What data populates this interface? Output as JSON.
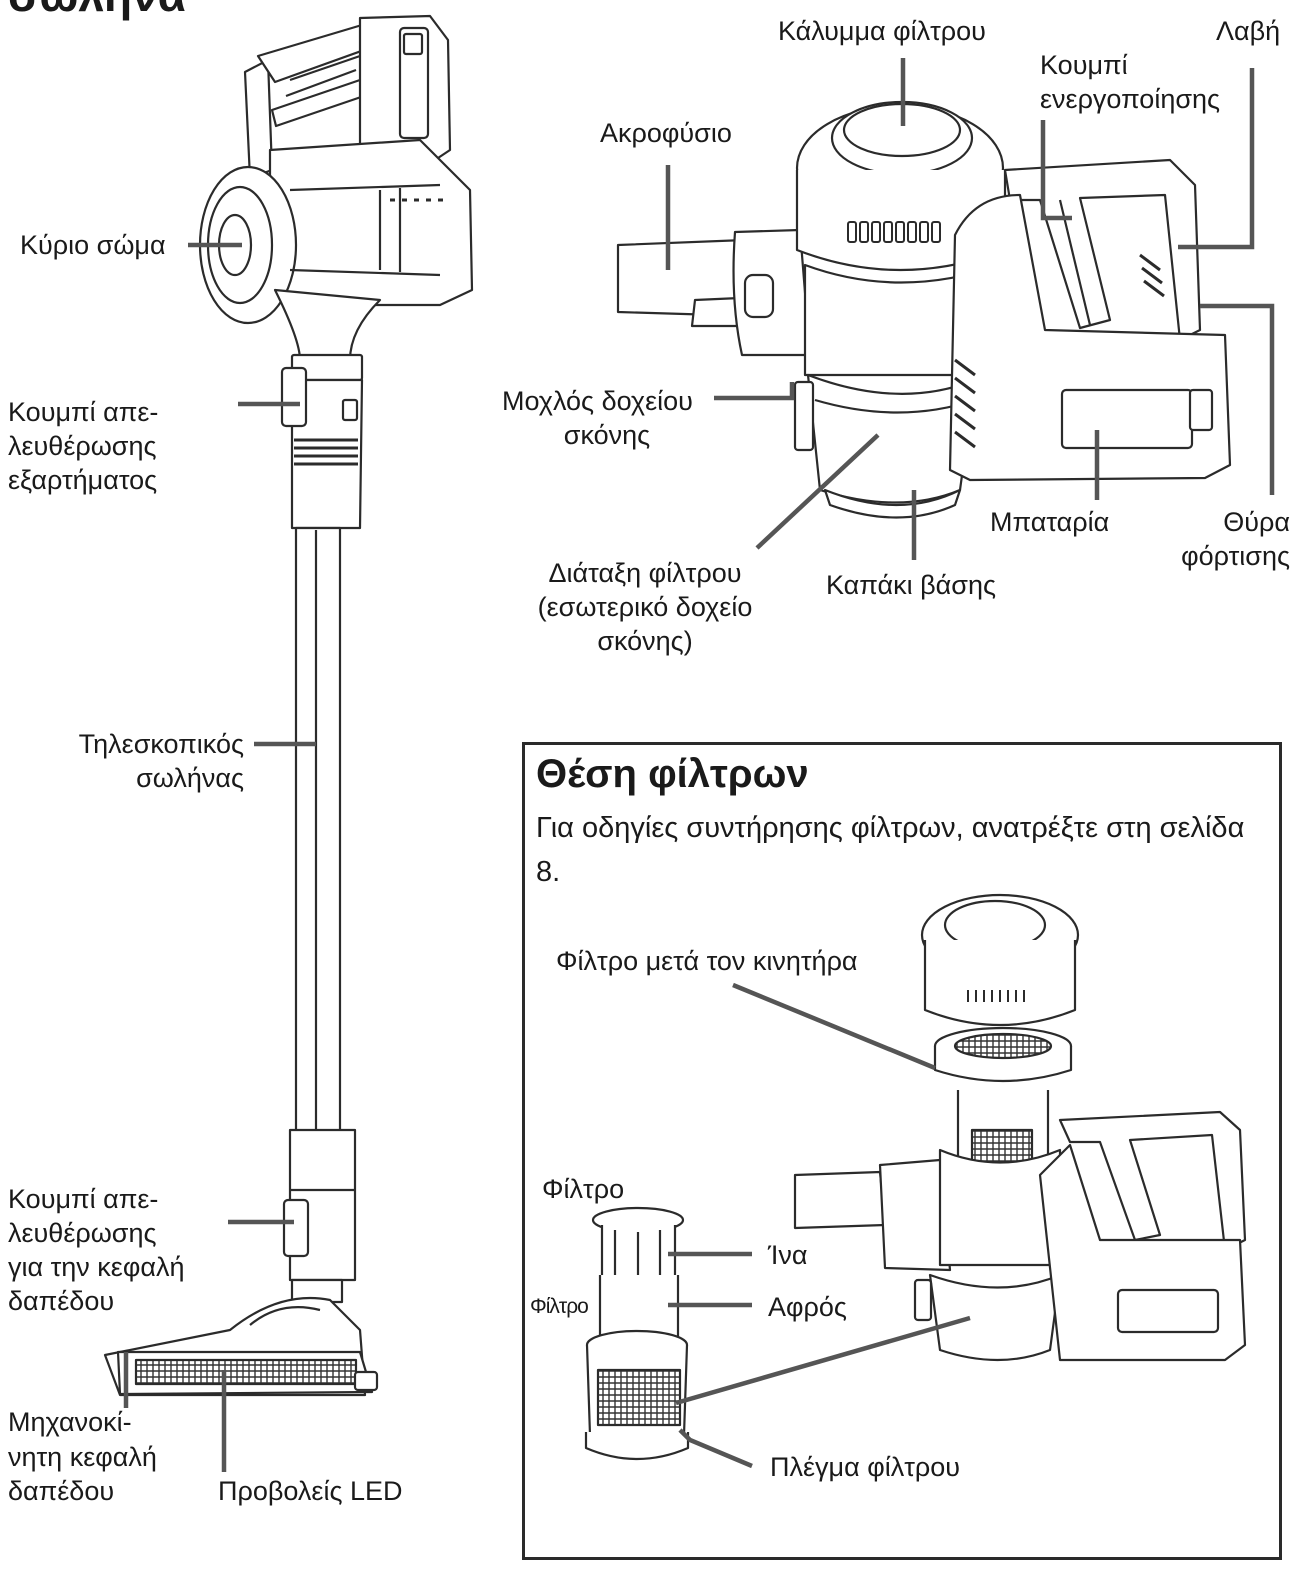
{
  "page_title": "σωλήνα",
  "labels": {
    "main_body": "Κύριο σώμα",
    "attach_release_l1": "Κουμπί απε-",
    "attach_release_l2": "λευθέρωσης",
    "attach_release_l3": "εξαρτήματος",
    "telescopic_l1": "Τηλεσκοπικός",
    "telescopic_l2": "σωλήνας",
    "floor_release_l1": "Κουμπί απε-",
    "floor_release_l2": "λευθέρωσης",
    "floor_release_l3": "για την κεφαλή",
    "floor_release_l4": "δαπέδου",
    "motor_head_l1": "Μηχανοκί-",
    "motor_head_l2": "νητη κεφαλή",
    "motor_head_l3": "δαπέδου",
    "led": "Προβολείς LED",
    "filter_cover": "Κάλυμμα φίλτρου",
    "handle": "Λαβή",
    "power_btn_l1": "Κουμπί",
    "power_btn_l2": "ενεργοποίησης",
    "nozzle": "Ακροφύσιο",
    "bin_lever_l1": "Μοχλός δοχείου",
    "bin_lever_l2": "σκόνης",
    "battery": "Μπαταρία",
    "charge_port_l1": "Θύρα",
    "charge_port_l2": "φόρτισης",
    "filter_arr_l1": "Διάταξη φίλτρου",
    "filter_arr_l2": "(εσωτερικό δοχείο",
    "filter_arr_l3": "σκόνης)",
    "base_cap": "Καπάκι βάσης"
  },
  "filter_box": {
    "title": "Θέση φίλτρων",
    "description": "Για οδηγίες συντήρησης φίλτρων, ανατρέξτε στη σελίδα 8.",
    "post_motor": "Φίλτρο μετά τον κινητήρα",
    "filter_top": "Φίλτρο",
    "filter_side": "Φίλτρο",
    "fiber": "Ίνα",
    "foam": "Αφρός",
    "mesh": "Πλέγμα φίλτρου"
  },
  "icons": [
    "vacuum-illustration",
    "handheld-unit-illustration",
    "filter-exploded-illustration"
  ]
}
